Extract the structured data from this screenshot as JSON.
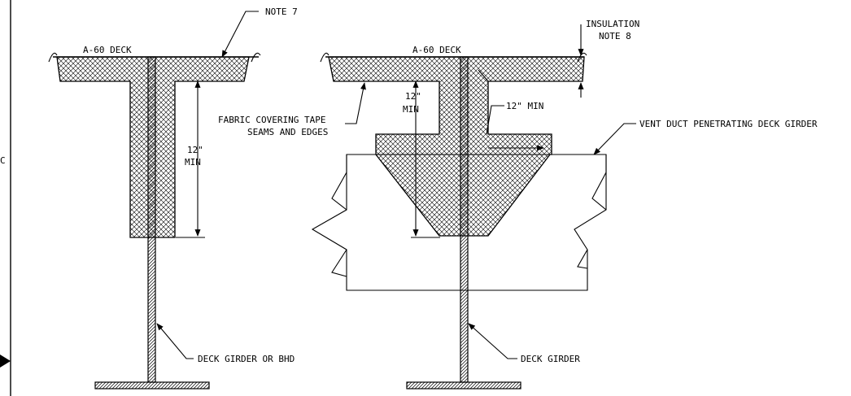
{
  "left_detail": {
    "deck_label": "A-60 DECK",
    "note_label": "NOTE 7",
    "dim_label_line1": "12\"",
    "dim_label_line2": "MIN",
    "girder_label": "DECK GIRDER OR BHD"
  },
  "right_detail": {
    "deck_label": "A-60 DECK",
    "insulation_line1": "INSULATION",
    "insulation_line2": "NOTE 8",
    "fabric_line1": "FABRIC COVERING TAPE",
    "fabric_line2": "SEAMS AND EDGES",
    "dim_label_line1": "12\"",
    "dim_label_line2": "MIN",
    "side_dim_label": "12\" MIN",
    "duct_label": "VENT DUCT PENETRATING DECK GIRDER",
    "girder_label": "DECK GIRDER"
  },
  "border": {
    "zone_letter": "C"
  }
}
